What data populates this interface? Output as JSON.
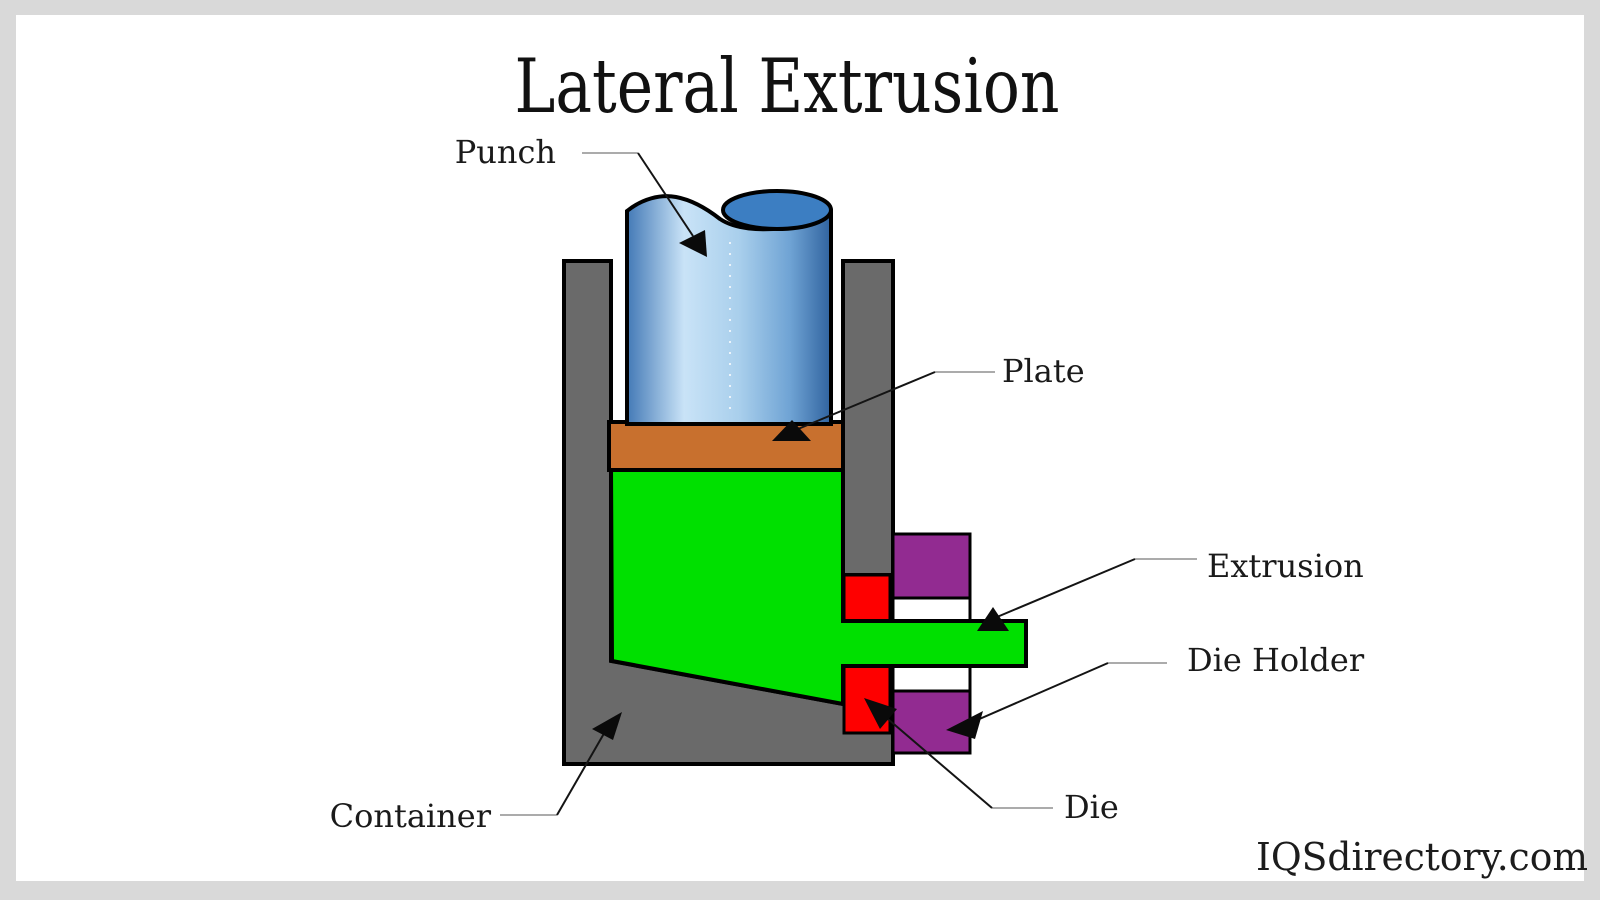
{
  "title": "Lateral Extrusion",
  "watermark": "IQSdirectory.com",
  "labels": {
    "punch": "Punch",
    "plate": "Plate",
    "extrusion": "Extrusion",
    "die_holder": "Die Holder",
    "die": "Die",
    "container": "Container"
  },
  "colors": {
    "frame": "#d9d9d9",
    "canvas": "#ffffff",
    "outline": "#000000",
    "container_gray": "#6a6a6a",
    "billet_green": "#00e000",
    "plate_orange": "#c8702e",
    "die_red": "#fe0000",
    "die_holder_purple": "#922b91",
    "channel_white": "#ffffff",
    "punch_top_blue": "#3c7ec2",
    "punch_edge_left": "#4379b6",
    "punch_light": "#c9e3f7",
    "punch_mid": "#a9cfec",
    "punch_shade": "#6fa3d4",
    "punch_edge_right": "#30639f"
  }
}
